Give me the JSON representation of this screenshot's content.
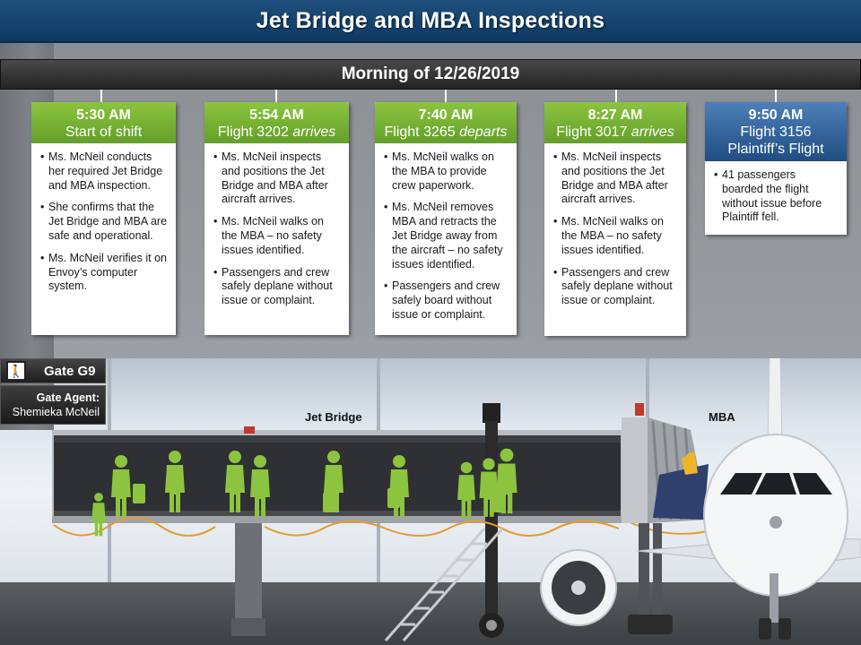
{
  "header": {
    "title": "Jet Bridge and MBA Inspections"
  },
  "date_banner": {
    "label": "Morning of 12/26/2019"
  },
  "events": [
    {
      "time": "5:30 AM",
      "subtitle": "Start of shift",
      "subtitle_em": "",
      "subtitle2": "",
      "color": "#63a02a",
      "bullets": [
        "Ms. McNeil conducts her required Jet Bridge and MBA inspection.",
        "She confirms that the Jet Bridge and MBA are safe and operational.",
        "Ms. McNeil verifies it on Envoy’s computer system."
      ]
    },
    {
      "time": "5:54 AM",
      "subtitle": "Flight 3202 ",
      "subtitle_em": "arrives",
      "subtitle2": "",
      "color": "#63a02a",
      "bullets": [
        "Ms. McNeil inspects and positions the Jet Bridge and MBA after aircraft arrives.",
        "Ms. McNeil walks on the MBA – no safety issues identified.",
        "Passengers and crew safely deplane without issue or complaint."
      ]
    },
    {
      "time": "7:40 AM",
      "subtitle": "Flight 3265 ",
      "subtitle_em": "departs",
      "subtitle2": "",
      "color": "#63a02a",
      "bullets": [
        "Ms. McNeil walks on the MBA to provide crew paperwork.",
        "Ms. McNeil removes MBA and retracts the Jet Bridge away from the aircraft – no safety issues identified.",
        "Passengers and crew safely board without issue or complaint."
      ]
    },
    {
      "time": "8:27 AM",
      "subtitle": "Flight 3017 ",
      "subtitle_em": "arrives",
      "subtitle2": "",
      "color": "#63a02a",
      "bullets": [
        "Ms. McNeil inspects and positions the Jet Bridge and MBA after aircraft arrives.",
        "Ms. McNeil walks on the MBA – no safety issues identified.",
        "Passengers and crew safely deplane without issue or complaint."
      ]
    },
    {
      "time": "9:50 AM",
      "subtitle": "Flight 3156",
      "subtitle_em": "",
      "subtitle2": "Plaintiff’s Flight",
      "color": "#1f4d83",
      "bullets": [
        "41 passengers boarded the flight without issue before Plaintiff fell."
      ]
    }
  ],
  "gate": {
    "label": "Gate G9",
    "icon": "gate-person-icon"
  },
  "agent": {
    "title": "Gate Agent:",
    "name": "Shemieka McNeil"
  },
  "scene": {
    "jet_bridge_label": "Jet Bridge",
    "mba_label": "MBA"
  },
  "colors": {
    "title_bg": "#0d3a63",
    "green": "#63a02a",
    "blue": "#1f4d83",
    "silhouette": "#8cc43f",
    "cable": "#e89a2c"
  }
}
